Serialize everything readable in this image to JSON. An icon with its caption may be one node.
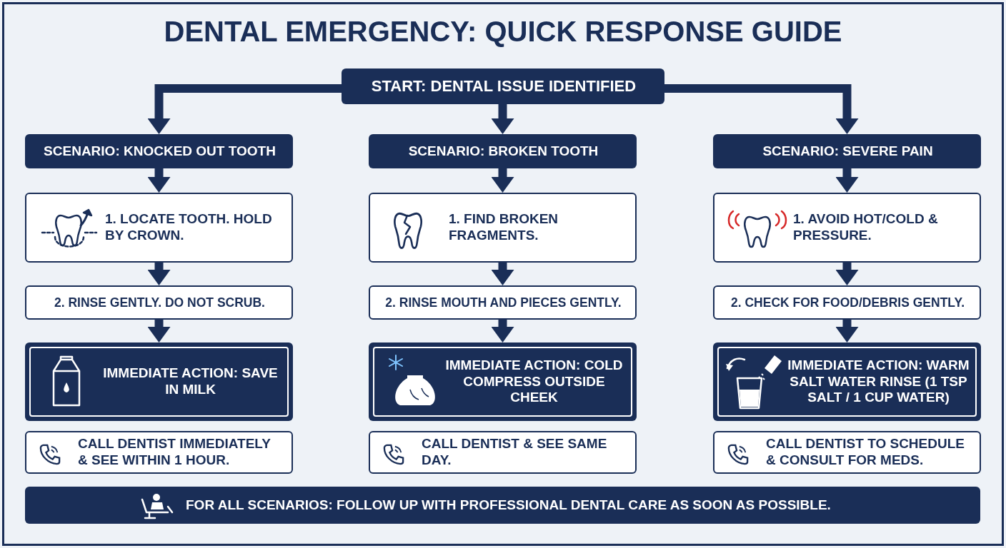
{
  "diagram": {
    "title": "DENTAL EMERGENCY: QUICK RESPONSE GUIDE",
    "nodes": [
      {
        "text": [
          "START: DENTAL ISSUE IDENTIFIED"
        ]
      },
      {
        "text": [
          "SCENARIO: KNOCKED OUT TOOTH"
        ]
      },
      {
        "text": [
          "SCENARIO: BROKEN TOOTH"
        ]
      },
      {
        "text": [
          "SCENARIO: SEVERE PAIN"
        ]
      },
      {
        "text": [
          "1. LOCATE TOOTH. HOLD BY CROWN."
        ]
      },
      {
        "text": [
          "1. FIND BROKEN FRAGMENTS."
        ]
      },
      {
        "text": [
          "1. AVOID HOT/COLD & PRESSURE."
        ]
      },
      {
        "text": [
          "2. RINSE GENTLY. DO NOT SCRUB."
        ]
      },
      {
        "text": [
          "2. RINSE MOUTH AND PIECES GENTLY."
        ]
      },
      {
        "text": [
          "2. CHECK FOR FOOD/DEBRIS GENTLY."
        ]
      },
      {
        "text": [
          "IMMEDIATE ACTION: SAVE IN MILK"
        ]
      },
      {
        "text": [
          "IMMEDIATE ACTION: COLD COMPRESS OUTSIDE CHEEK"
        ]
      },
      {
        "text": [
          "IMMEDIATE ACTION: WARM SALT WATER RINSE (1 TSP SALT / 1 CUP WATER)"
        ]
      },
      {
        "text": [
          "CALL DENTIST IMMEDIATELY & SEE WITHIN 1 HOUR."
        ]
      },
      {
        "text": [
          "CALL DENTIST & SEE SAME DAY."
        ]
      },
      {
        "text": [
          "CALL DENTIST TO SCHEDULE & CONSULT FOR MEDS."
        ]
      },
      {
        "text": [
          "FOR ALL SCENARIOS: FOLLOW UP WITH PROFESSIONAL DENTAL CARE AS SOON AS POSSIBLE."
        ]
      }
    ],
    "edges": [
      {
        "from": 0,
        "to": 1,
        "arrow": "to"
      },
      {
        "from": 0,
        "to": 2,
        "arrow": "to"
      },
      {
        "from": 0,
        "to": 3,
        "arrow": "to"
      },
      {
        "from": 1,
        "to": 4,
        "arrow": "to"
      },
      {
        "from": 4,
        "to": 7,
        "arrow": "to"
      },
      {
        "from": 7,
        "to": 10,
        "arrow": "to"
      },
      {
        "from": 2,
        "to": 5,
        "arrow": "to"
      },
      {
        "from": 5,
        "to": 8,
        "arrow": "to"
      },
      {
        "from": 8,
        "to": 11,
        "arrow": "to"
      },
      {
        "from": 3,
        "to": 6,
        "arrow": "to"
      },
      {
        "from": 6,
        "to": 9,
        "arrow": "to"
      },
      {
        "from": 9,
        "to": 12,
        "arrow": "to"
      }
    ]
  }
}
